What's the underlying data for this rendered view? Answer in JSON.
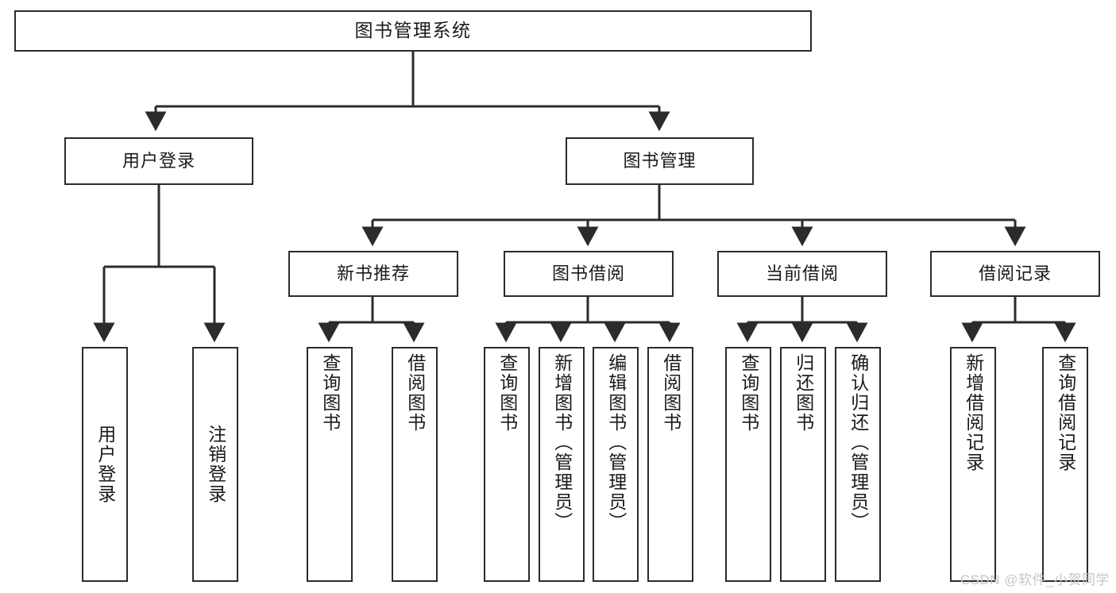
{
  "diagram": {
    "title": "图书管理系统",
    "type": "tree-hierarchy-chart",
    "background": "#ffffff",
    "line_color": "#2b2b2b",
    "text_color": "#1a1a1a"
  },
  "nodes": {
    "root": {
      "label": "图书管理系统"
    },
    "level2": [
      {
        "label": "用户登录"
      },
      {
        "label": "图书管理"
      }
    ],
    "level3": [
      {
        "label": "新书推荐"
      },
      {
        "label": "图书借阅"
      },
      {
        "label": "当前借阅"
      },
      {
        "label": "借阅记录"
      }
    ],
    "leaves_user_login": [
      {
        "label": "用户登录"
      },
      {
        "label": "注销登录"
      }
    ],
    "leaves_new_books": [
      {
        "label": "查询图书"
      },
      {
        "label": "借阅图书"
      }
    ],
    "leaves_borrow": [
      {
        "label": "查询图书"
      },
      {
        "label": "新增图书（管理员）"
      },
      {
        "label": "编辑图书（管理员）"
      },
      {
        "label": "借阅图书"
      }
    ],
    "leaves_current": [
      {
        "label": "查询图书"
      },
      {
        "label": "归还图书"
      },
      {
        "label": "确认归还（管理员）"
      }
    ],
    "leaves_records": [
      {
        "label": "新增借阅记录"
      },
      {
        "label": "查询借阅记录"
      }
    ]
  },
  "watermark": {
    "text": "CSDN @软件_小贺同学"
  }
}
